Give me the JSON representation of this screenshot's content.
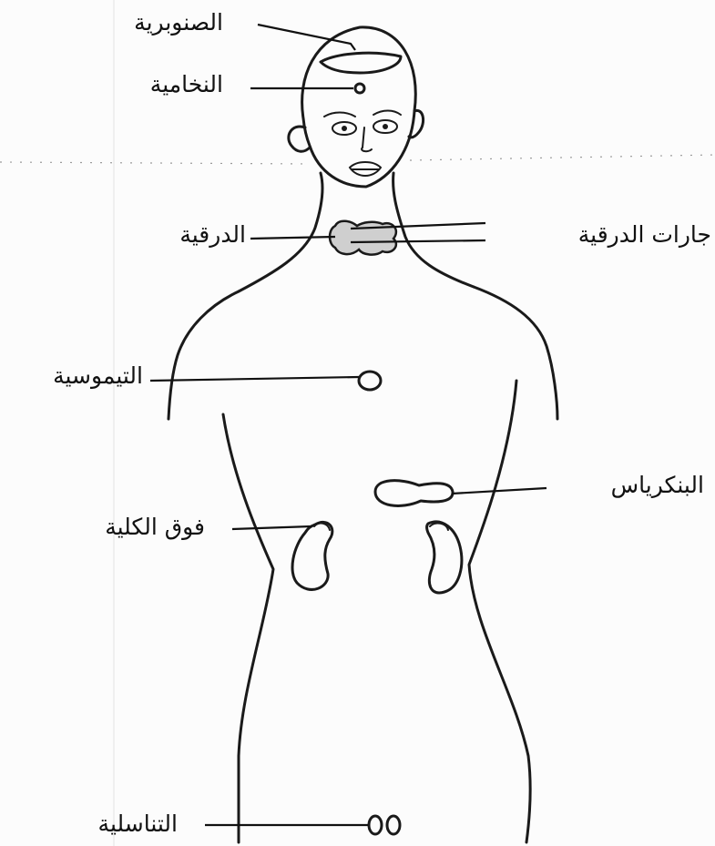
{
  "labels": {
    "pineal": "الصنوبرية",
    "pituitary": "النخامية",
    "thyroid": "الدرقية",
    "parathyroid": "جارات الدرقية",
    "thymus": "التيموسية",
    "pancreas": "البنكرياس",
    "adrenal": "فوق الكلية",
    "gonads": "التناسلية"
  }
}
